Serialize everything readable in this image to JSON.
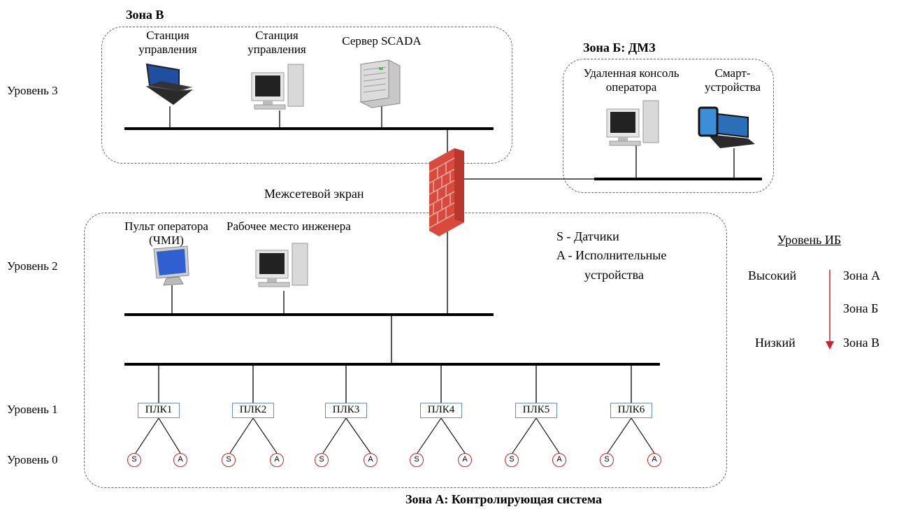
{
  "zones": {
    "v": "Зона В",
    "b": "Зона Б: ДМЗ",
    "a": "Зона А: Контролирующая система"
  },
  "levels": {
    "l3": "Уровень 3",
    "l2": "Уровень 2",
    "l1": "Уровень 1",
    "l0": "Уровень 0"
  },
  "devices": {
    "station1": [
      "Станция",
      "управления"
    ],
    "station2": [
      "Станция",
      "управления"
    ],
    "scada": "Сервер SCADA",
    "remote_console": [
      "Удаленная консоль",
      "оператора"
    ],
    "smart": [
      "Смарт-",
      "устройства"
    ],
    "hmi": [
      "Пульт оператора",
      "(ЧМИ)"
    ],
    "engineer": "Рабочее место инженера"
  },
  "firewall": "Межсетевой экран",
  "legend": {
    "s": "S - Датчики",
    "a1": "A - Исполнительные",
    "a2": "устройства"
  },
  "plcs": [
    "ПЛК1",
    "ПЛК2",
    "ПЛК3",
    "ПЛК4",
    "ПЛК5",
    "ПЛК6"
  ],
  "sensor_labels": {
    "s": "S",
    "a": "A"
  },
  "security": {
    "title": "Уровень ИБ",
    "high": "Высокий",
    "low": "Низкий",
    "zone_a": "Зона А",
    "zone_b": "Зона Б",
    "zone_v": "Зона В"
  },
  "colors": {
    "line": "#000000",
    "zone_border": "#666666",
    "firewall": "#d94a3d",
    "plc_border": "#6a8fc0",
    "sensor_border": "#c0282a",
    "arrow": "#c0282a"
  }
}
